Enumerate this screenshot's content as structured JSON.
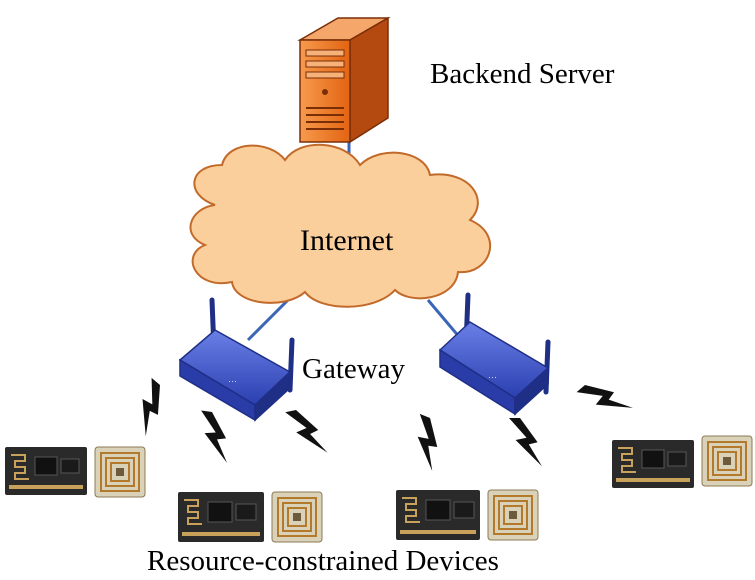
{
  "labels": {
    "server": "Backend Server",
    "internet": "Internet",
    "gateway": "Gateway",
    "devices": "Resource-constrained Devices"
  },
  "colors": {
    "server_body": "#f07a22",
    "server_dark": "#7a2e08",
    "cloud_fill": "#fbcf9c",
    "cloud_stroke": "#c26a2a",
    "link": "#3b66b8",
    "router_body": "#3a55c8",
    "router_dark": "#1f2f86",
    "bolt": "#111111",
    "pcb": "#2a2a2a",
    "pcb_gold": "#c8a25a",
    "tag_bg": "#d9d2b8",
    "tag_coil": "#b27a2a"
  },
  "icons": {
    "server": "server-icon",
    "cloud": "cloud-icon",
    "router": "router-icon",
    "wireless": "lightning-bolt-icon",
    "sensor_board": "sensor-board-icon",
    "rfid_tag": "rfid-tag-icon"
  }
}
